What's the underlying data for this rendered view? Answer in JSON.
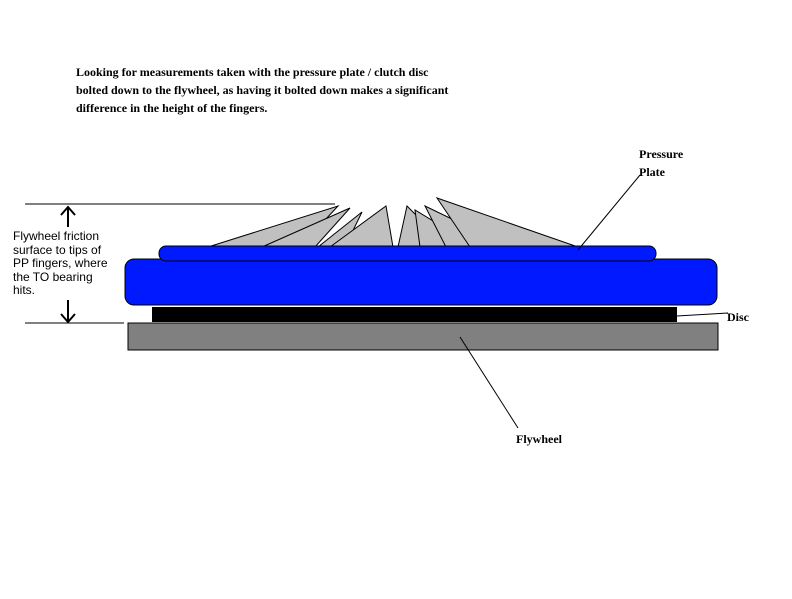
{
  "intro_note": {
    "lines": [
      "Looking for measurements taken with the pressure plate / clutch disc",
      "bolted down to the flywheel, as having it bolted down makes a significant",
      "difference in the height of the fingers."
    ]
  },
  "labels": {
    "pressure_plate": [
      "Pressure",
      "Plate"
    ],
    "disc": "Disc",
    "flywheel": "Flywheel",
    "measurement": [
      "Flywheel friction",
      "surface to tips of",
      "PP fingers, where",
      "the TO bearing",
      "hits."
    ]
  },
  "colors": {
    "pressure_plate": "#0019ff",
    "disc": "#000000",
    "flywheel": "#808080",
    "fingers": "#c0c0c0",
    "lines": "#000000"
  }
}
